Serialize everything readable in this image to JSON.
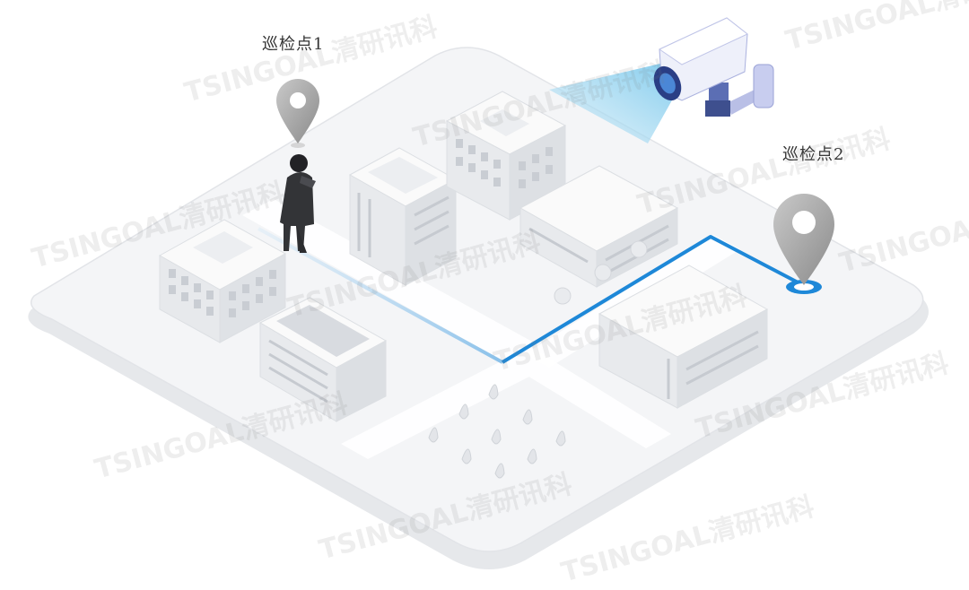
{
  "labels": {
    "checkpoint_1": "巡检点1",
    "checkpoint_2": "巡检点2"
  },
  "watermark": "TSINGOAL清研讯科",
  "colors": {
    "route": "#1e88d8",
    "camera_beam": "#8fd0ef",
    "platform": "#f3f4f6",
    "building": "#ebedf0"
  },
  "icons": [
    "location-pin-icon",
    "security-camera-icon",
    "person-icon",
    "tree-icon"
  ]
}
